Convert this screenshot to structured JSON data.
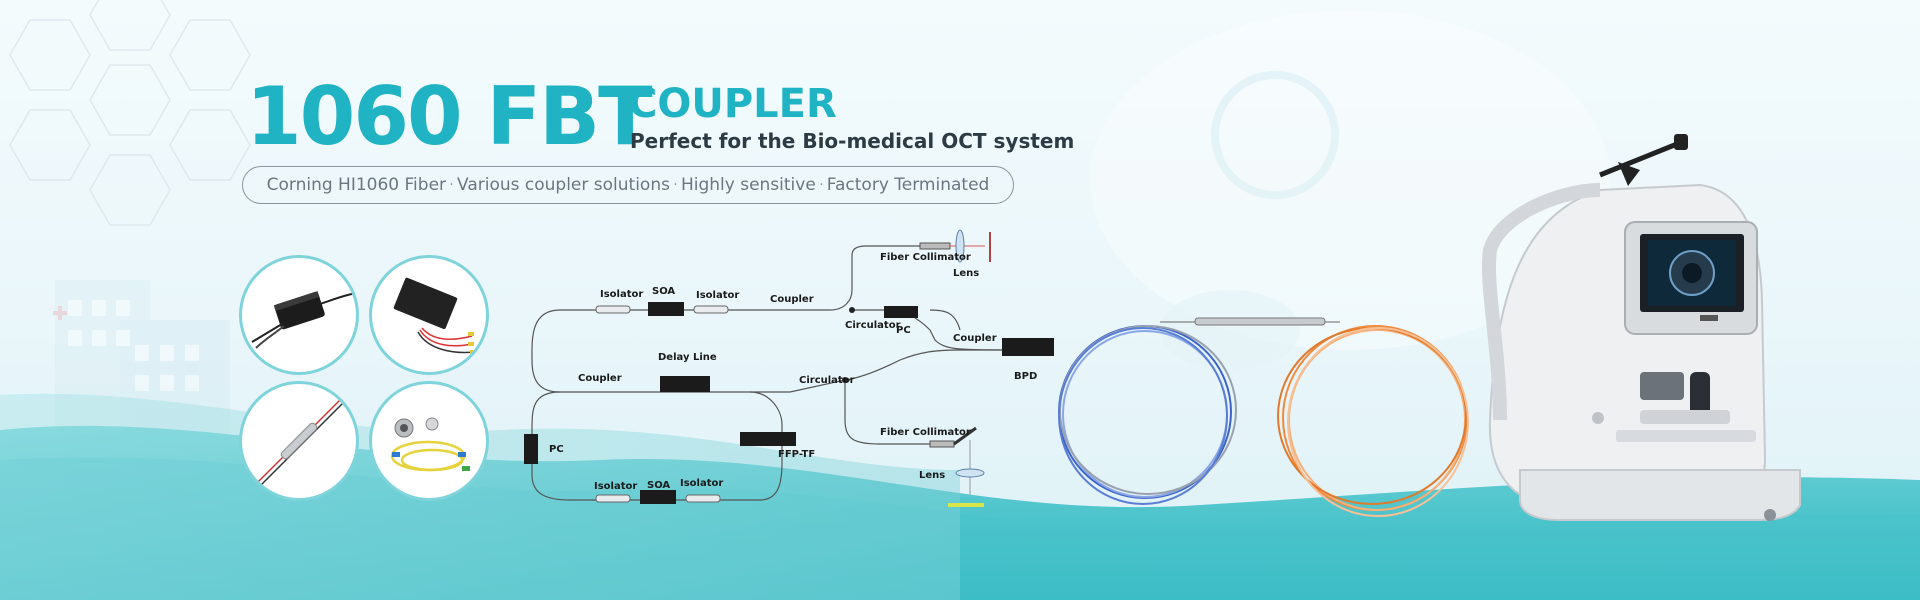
{
  "hero": {
    "title": "1060 FBT",
    "product": "COUPLER",
    "subtitle": "Perfect for the Bio-medical OCT system"
  },
  "features": [
    "Corning HI1060 Fiber",
    "Various coupler solutions",
    "Highly sensitive",
    "Factory Terminated"
  ],
  "feature_separator": "·",
  "diagram": {
    "labels": {
      "isolator_top_1": "Isolator",
      "soa_top": "SOA",
      "isolator_top_2": "Isolator",
      "coupler_top": "Coupler",
      "fiber_collimator_top": "Fiber Collimator",
      "lens_top": "Lens",
      "circulator_top": "Circulator",
      "pc_right": "PC",
      "coupler_right": "Coupler",
      "bpd": "BPD",
      "coupler_left": "Coupler",
      "delay_line": "Delay Line",
      "circulator_mid": "Circulator",
      "pc_left": "PC",
      "ffp_tf": "FFP-TF",
      "fiber_collimator_bottom": "Fiber Collimator",
      "lens_bottom": "Lens",
      "isolator_bottom_1": "Isolator",
      "soa_bottom": "SOA",
      "isolator_bottom_2": "Isolator"
    }
  },
  "colors": {
    "accent": "#1fb3c3",
    "teal_band": "#3fc0c8",
    "fiber_blue": "#3c64c8",
    "fiber_orange": "#f08a3c"
  }
}
